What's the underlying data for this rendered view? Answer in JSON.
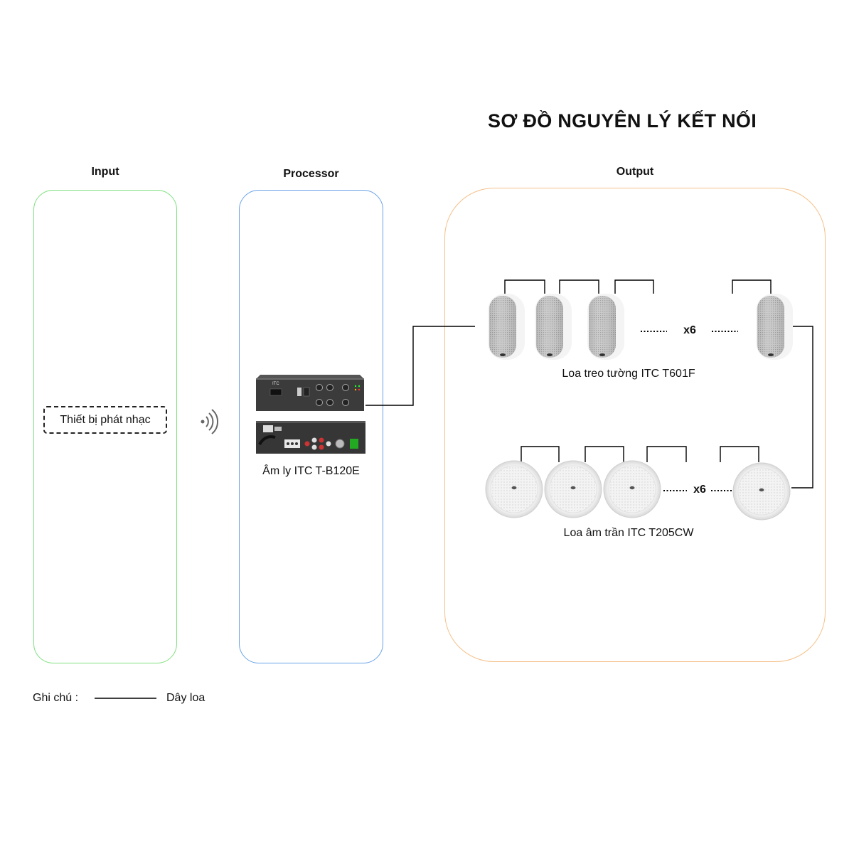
{
  "title": "SƠ ĐỒ NGUYÊN LÝ KẾT NỐI",
  "columns": {
    "input": "Input",
    "processor": "Processor",
    "output": "Output"
  },
  "input_device": "Thiết bị phát nhạc",
  "processor_device": "Âm ly ITC T-B120E",
  "amp_brand": "ITC",
  "wall_speakers": {
    "label": "Loa treo tường ITC T601F",
    "multiplier": "x6"
  },
  "ceiling_speakers": {
    "label": "Loa âm trần ITC T205CW",
    "multiplier": "x6"
  },
  "legend": {
    "prefix": "Ghi chú :",
    "item": "Dây loa"
  },
  "colors": {
    "input_border": "#7fe07f",
    "processor_border": "#6aa3e8",
    "output_border": "#f5c18a"
  },
  "icons": [
    "wireless-signal-icon",
    "amplifier-front-image",
    "amplifier-rear-image",
    "wall-speaker-image",
    "ceiling-speaker-image"
  ]
}
